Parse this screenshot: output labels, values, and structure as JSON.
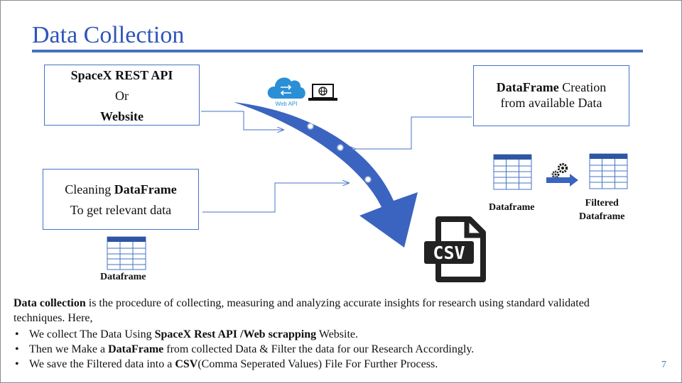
{
  "slide": {
    "title": "Data Collection",
    "page_number": "7"
  },
  "source_box": {
    "line1": "SpaceX REST API",
    "line2": "Or",
    "line3": "Website"
  },
  "clean_box": {
    "prefix": "Cleaning ",
    "bold": "DataFrame",
    "line2": "To get relevant data"
  },
  "create_box": {
    "bold": "DataFrame",
    "suffix": " Creation",
    "line2": "from available Data"
  },
  "icons": {
    "web_api_label": "Web API",
    "csv_label": "CSV",
    "cloud": "cloud-sync-icon",
    "laptop": "laptop-globe-icon",
    "gears": "gears-icon",
    "table": "table-icon",
    "file": "csv-file-icon"
  },
  "labels": {
    "dataframe_left": "Dataframe",
    "dataframe_right": "Dataframe",
    "filtered_line1": "Filtered",
    "filtered_line2": "Dataframe"
  },
  "description": {
    "intro_bold": "Data collection",
    "intro_rest": " is the procedure of collecting, measuring and analyzing accurate insights for research using standard validated techniques. Here,",
    "bullet_char": "•",
    "bullets": [
      {
        "pre": "We collect The Data Using ",
        "bold": "SpaceX Rest API /Web scrapping",
        "post": " Website."
      },
      {
        "pre": "Then we Make a ",
        "bold": "DataFrame",
        "post": " from collected Data & Filter the data for our Research Accordingly."
      },
      {
        "pre": "We save the Filtered data into a ",
        "bold": "CSV",
        "post": "(Comma Seperated Values) File For Further Process."
      }
    ]
  },
  "colors": {
    "accent": "#4472c4",
    "title": "#2f55b8",
    "arrow": "#3b64c0",
    "cloud": "#2b8fd6",
    "file": "#222222"
  }
}
